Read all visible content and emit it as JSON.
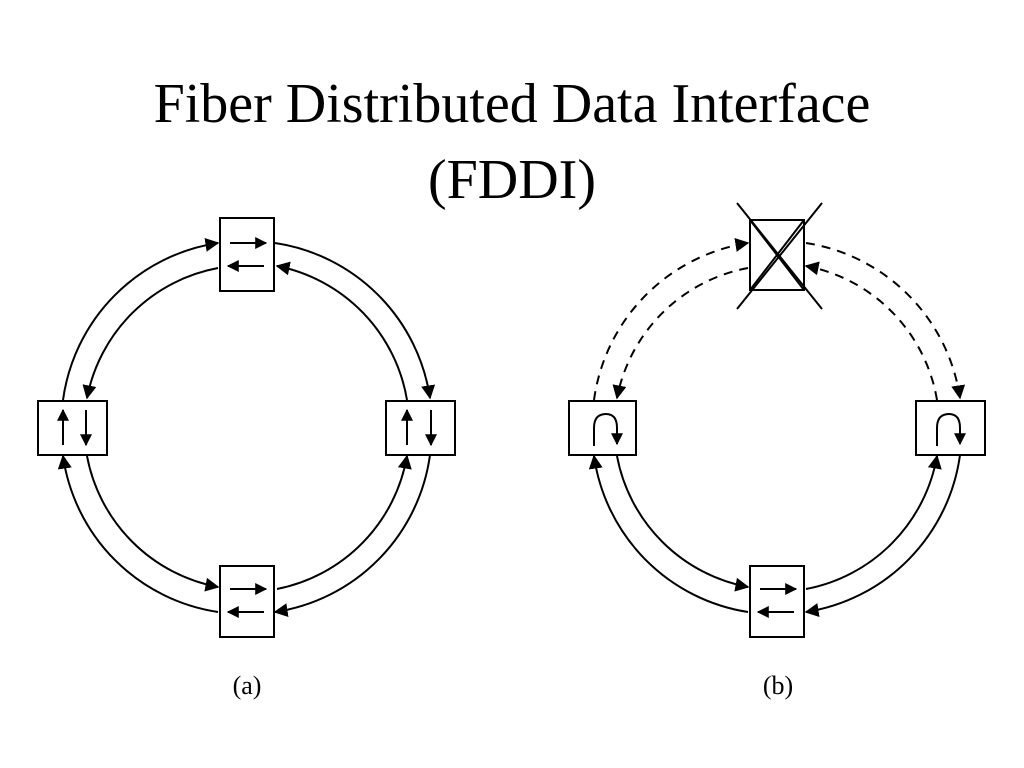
{
  "title": {
    "line1": "Fiber Distributed Data Interface",
    "line2": "(FDDI)"
  },
  "panels": [
    {
      "id": "a",
      "caption": "(a)",
      "state": "normal dual counter-rotating ring"
    },
    {
      "id": "b",
      "caption": "(b)",
      "state": "ring wrapped around failed station"
    }
  ],
  "colors": {
    "ink": "#000000",
    "background": "#ffffff"
  }
}
